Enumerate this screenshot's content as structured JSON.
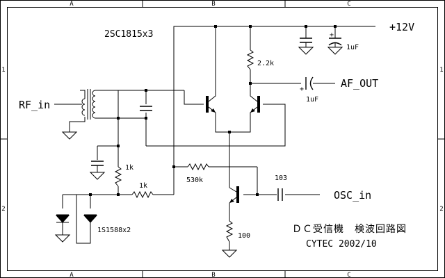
{
  "frame": {
    "col_labels": [
      "A",
      "B",
      "C"
    ],
    "row_labels": [
      "1",
      "2"
    ]
  },
  "labels": {
    "transistors": "2SC1815x3",
    "supply": "+12V",
    "r_collector": "2.2k",
    "c_supply": "1uF",
    "af_out": "AF_OUT",
    "c_out": "1uF",
    "rf_in": "RF_in",
    "r_1k_vertical": "1k",
    "r_1k_horizontal": "1k",
    "r_530k": "530k",
    "c_103": "103",
    "osc_in": "OSC_in",
    "r_100": "100",
    "diodes": "1S1588x2"
  },
  "title_block": {
    "title": "ＤＣ受信機　検波回路図",
    "subtitle": "CYTEC 2002/10"
  }
}
